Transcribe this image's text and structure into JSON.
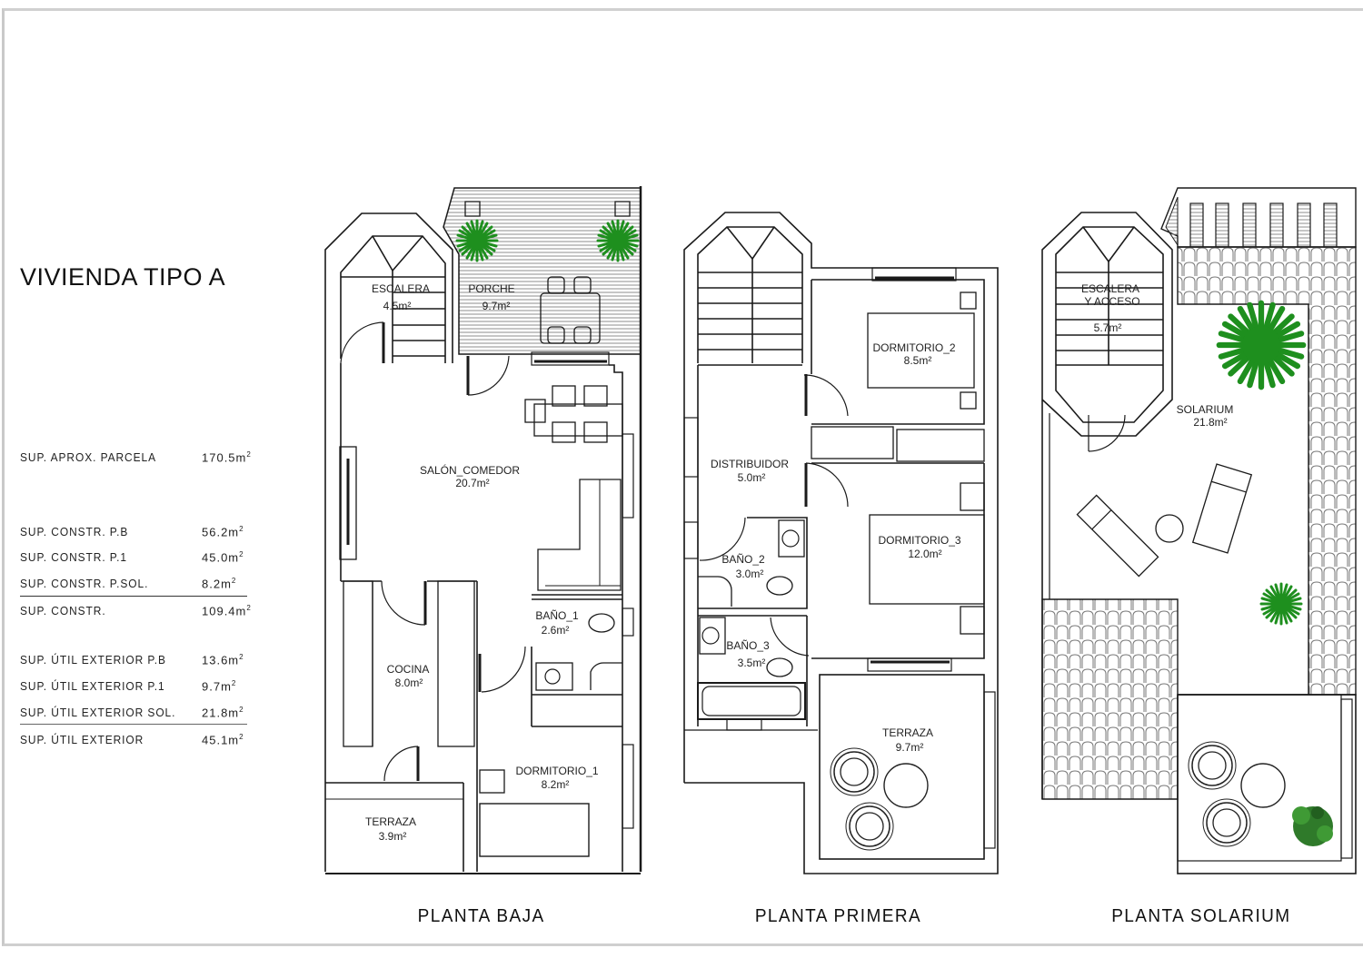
{
  "title": "VIVIENDA TIPO A",
  "summary": {
    "rows": [
      {
        "label": "SUP. APROX. PARCELA",
        "value": "170.5m",
        "unit_sup": "2"
      },
      {
        "label": "SUP. CONSTR. P.B",
        "value": "56.2m",
        "unit_sup": "2"
      },
      {
        "label": "SUP. CONSTR. P.1",
        "value": "45.0m",
        "unit_sup": "2"
      },
      {
        "label": "SUP. CONSTR. P.SOL.",
        "value": "8.2m",
        "unit_sup": "2"
      },
      {
        "label": "SUP. CONSTR.",
        "value": "109.4m",
        "unit_sup": "2"
      },
      {
        "label": "SUP. ÚTIL EXTERIOR P.B",
        "value": "13.6m",
        "unit_sup": "2"
      },
      {
        "label": "SUP. ÚTIL EXTERIOR P.1",
        "value": "9.7m",
        "unit_sup": "2"
      },
      {
        "label": "SUP. ÚTIL EXTERIOR SOL.",
        "value": "21.8m",
        "unit_sup": "2"
      },
      {
        "label": "SUP. ÚTIL EXTERIOR",
        "value": "45.1m",
        "unit_sup": "2"
      }
    ]
  },
  "plans": {
    "baja": {
      "label": "PLANTA BAJA",
      "rooms": {
        "escalera": {
          "name": "ESCALERA",
          "area": "4.5m²"
        },
        "porche": {
          "name": "PORCHE",
          "area": "9.7m²"
        },
        "salon": {
          "name": "SALÓN_COMEDOR",
          "area": "20.7m²"
        },
        "bano1": {
          "name": "BAÑO_1",
          "area": "2.6m²"
        },
        "cocina": {
          "name": "COCINA",
          "area": "8.0m²"
        },
        "dormitorio1": {
          "name": "DORMITORIO_1",
          "area": "8.2m²"
        },
        "terraza": {
          "name": "TERRAZA",
          "area": "3.9m²"
        }
      }
    },
    "primera": {
      "label": "PLANTA PRIMERA",
      "rooms": {
        "dormitorio2": {
          "name": "DORMITORIO_2",
          "area": "8.5m²"
        },
        "distribuidor": {
          "name": "DISTRIBUIDOR",
          "area": "5.0m²"
        },
        "bano2": {
          "name": "BAÑO_2",
          "area": "3.0m²"
        },
        "dormitorio3": {
          "name": "DORMITORIO_3",
          "area": "12.0m²"
        },
        "bano3": {
          "name": "BAÑO_3",
          "area": "3.5m²"
        },
        "terraza": {
          "name": "TERRAZA",
          "area": "9.7m²"
        }
      }
    },
    "solarium": {
      "label": "PLANTA SOLARIUM",
      "rooms": {
        "escalera": {
          "name": "ESCALERA",
          "name2": "Y ACCESO",
          "area": "5.7m²"
        },
        "solarium": {
          "name": "SOLARIUM",
          "area": "21.8m²"
        }
      }
    }
  },
  "colors": {
    "line": "#1a1a1a",
    "plant_green": "#1e8f1e",
    "hatch": "#9a9a9a",
    "frame": "#cccccc"
  }
}
